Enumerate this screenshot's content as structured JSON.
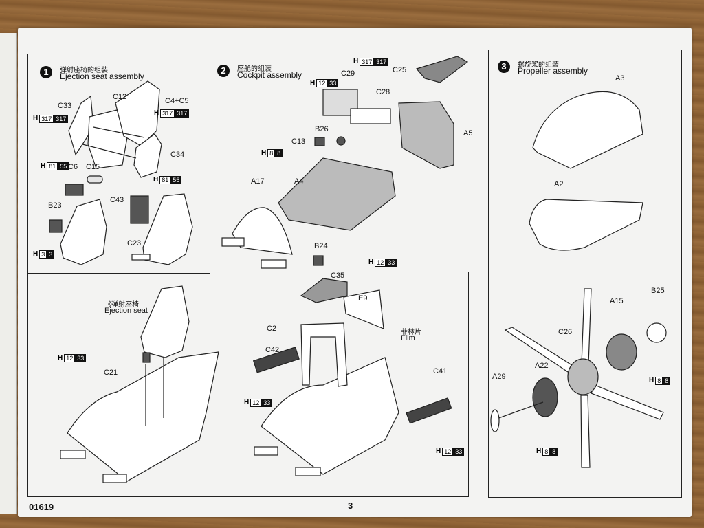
{
  "page_number": "3",
  "product_code": "01619",
  "steps": [
    {
      "number": "1",
      "title_zh": "弹射座椅的组装",
      "title_en": "Ejection seat assembly"
    },
    {
      "number": "2",
      "title_zh": "座舱的组装",
      "title_en": "Cockpit assembly"
    },
    {
      "number": "3",
      "title_zh": "螺旋桨的组装",
      "title_en": "Propeller assembly"
    }
  ],
  "ejection_seat_callout": {
    "zh": "《弹射座椅",
    "en": "Ejection seat"
  },
  "film_callout": {
    "zh": "菲林片",
    "en": "Film"
  },
  "part_labels": {
    "c33": "C33",
    "c12": "C12",
    "c4c5": "C4+C5",
    "c34": "C34",
    "c6": "C6",
    "c15": "C15",
    "b23": "B23",
    "c43": "C43",
    "c23": "C23",
    "c29": "C29",
    "c25": "C25",
    "c28": "C28",
    "b26": "B26",
    "c13": "C13",
    "a5": "A5",
    "a17": "A17",
    "a4": "A4",
    "b24": "B24",
    "c35": "C35",
    "e9": "E9",
    "c2": "C2",
    "c42": "C42",
    "c41": "C41",
    "c21": "C21",
    "a3": "A3",
    "a2": "A2",
    "a15": "A15",
    "b25": "B25",
    "c26": "C26",
    "a22": "A22",
    "a29": "A29"
  },
  "paint_codes": [
    {
      "id": "h317a",
      "letter": "H",
      "code1": "317",
      "code2": "317"
    },
    {
      "id": "h81a",
      "letter": "H",
      "code1": "81",
      "code2": "55"
    },
    {
      "id": "h81b",
      "letter": "H",
      "code1": "81",
      "code2": "55"
    },
    {
      "id": "h3",
      "letter": "H",
      "code1": "3",
      "code2": "3"
    },
    {
      "id": "h317b",
      "letter": "H",
      "code1": "317",
      "code2": "317"
    },
    {
      "id": "h12a",
      "letter": "H",
      "code1": "12",
      "code2": "33"
    },
    {
      "id": "h8a",
      "letter": "H",
      "code1": "8",
      "code2": "8"
    },
    {
      "id": "h317c",
      "letter": "H",
      "code1": "317",
      "code2": "317"
    },
    {
      "id": "h12b",
      "letter": "H",
      "code1": "12",
      "code2": "33"
    },
    {
      "id": "h12c",
      "letter": "H",
      "code1": "12",
      "code2": "33"
    },
    {
      "id": "h12d",
      "letter": "H",
      "code1": "12",
      "code2": "33"
    },
    {
      "id": "h12e",
      "letter": "H",
      "code1": "12",
      "code2": "33"
    },
    {
      "id": "h8b",
      "letter": "H",
      "code1": "8",
      "code2": "8"
    },
    {
      "id": "h8c",
      "letter": "H",
      "code1": "8",
      "code2": "8"
    }
  ],
  "colors": {
    "paper": "#f3f3f2",
    "ink": "#111111",
    "part_fill": "#cfcfcf",
    "part_dark": "#555555",
    "background_wood": "#8d6236"
  }
}
